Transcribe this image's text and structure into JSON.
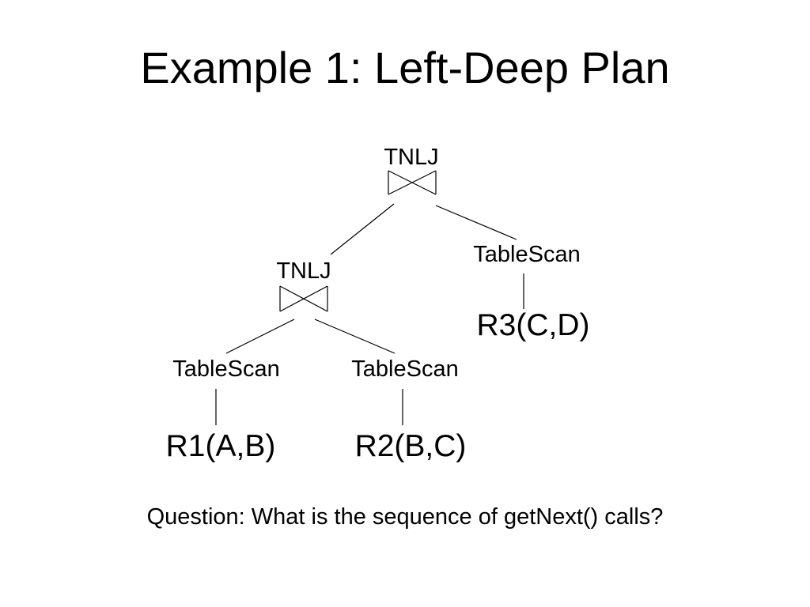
{
  "slide": {
    "title": "Example 1: Left-Deep Plan",
    "question": "Question: What is the sequence of getNext() calls?"
  },
  "plan": {
    "root_join": {
      "label": "TNLJ",
      "symbol": "bowtie-join-icon"
    },
    "inner_join": {
      "label": "TNLJ",
      "symbol": "bowtie-join-icon"
    },
    "scan_r3": {
      "label": "TableScan",
      "relation": "R3(C,D)"
    },
    "scan_r1": {
      "label": "TableScan",
      "relation": "R1(A,B)"
    },
    "scan_r2": {
      "label": "TableScan",
      "relation": "R2(B,C)"
    }
  }
}
